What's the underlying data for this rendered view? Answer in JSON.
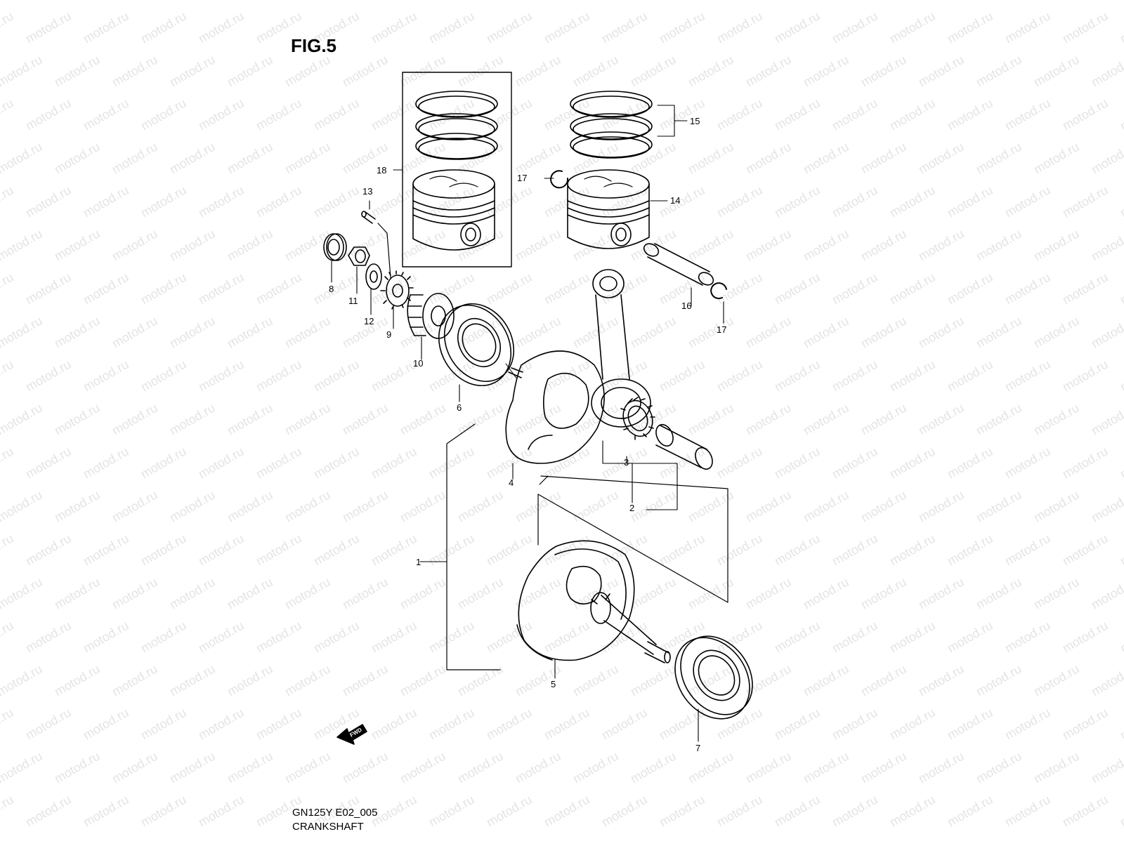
{
  "figure": {
    "title": "FIG.5",
    "code": "GN125Y E02_005",
    "name": "CRANKSHAFT"
  },
  "watermark": "motod.ru",
  "forward_label": "FWD",
  "callouts": [
    "1",
    "2",
    "3",
    "4",
    "5",
    "6",
    "7",
    "8",
    "9",
    "10",
    "11",
    "12",
    "13",
    "14",
    "15",
    "16",
    "17",
    "17",
    "18"
  ],
  "colors": {
    "line": "#000000",
    "watermark": "#e4e4e4",
    "background": "#ffffff"
  }
}
